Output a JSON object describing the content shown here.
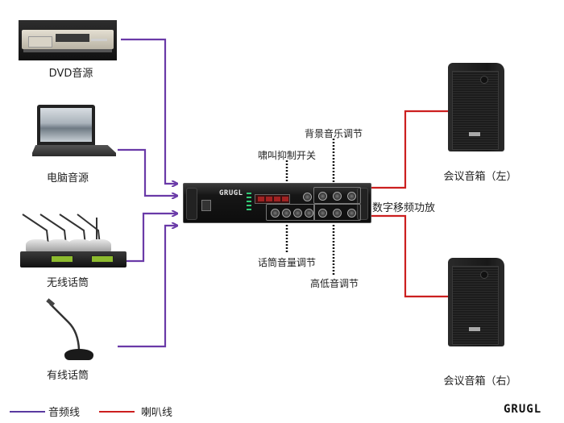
{
  "colors": {
    "audio_line": "#6a3aa8",
    "speaker_line": "#cc1f1f",
    "dotted": "#111111"
  },
  "sources": [
    {
      "id": "dvd",
      "label": "DVD音源",
      "icon": "dvd-player-icon"
    },
    {
      "id": "laptop",
      "label": "电脑音源",
      "icon": "laptop-icon"
    },
    {
      "id": "wireless-mic",
      "label": "无线话筒",
      "icon": "wireless-microphone-system-icon"
    },
    {
      "id": "wired-mic",
      "label": "有线话筒",
      "icon": "gooseneck-microphone-icon"
    }
  ],
  "amplifier": {
    "label": "数字移频功放",
    "brand": "GRUGL",
    "callouts": {
      "feedback_switch": "啸叫抑制开关",
      "background_music": "背景音乐调节",
      "mic_volume": "话筒音量调节",
      "treble_bass": "高低音调节"
    }
  },
  "speakers": [
    {
      "id": "left",
      "label": "会议音箱（左）"
    },
    {
      "id": "right",
      "label": "会议音箱（右）"
    }
  ],
  "legend": [
    {
      "label": "音频线",
      "color_key": "audio_line"
    },
    {
      "label": "喇叭线",
      "color_key": "speaker_line"
    }
  ],
  "logo": "GRUGL"
}
